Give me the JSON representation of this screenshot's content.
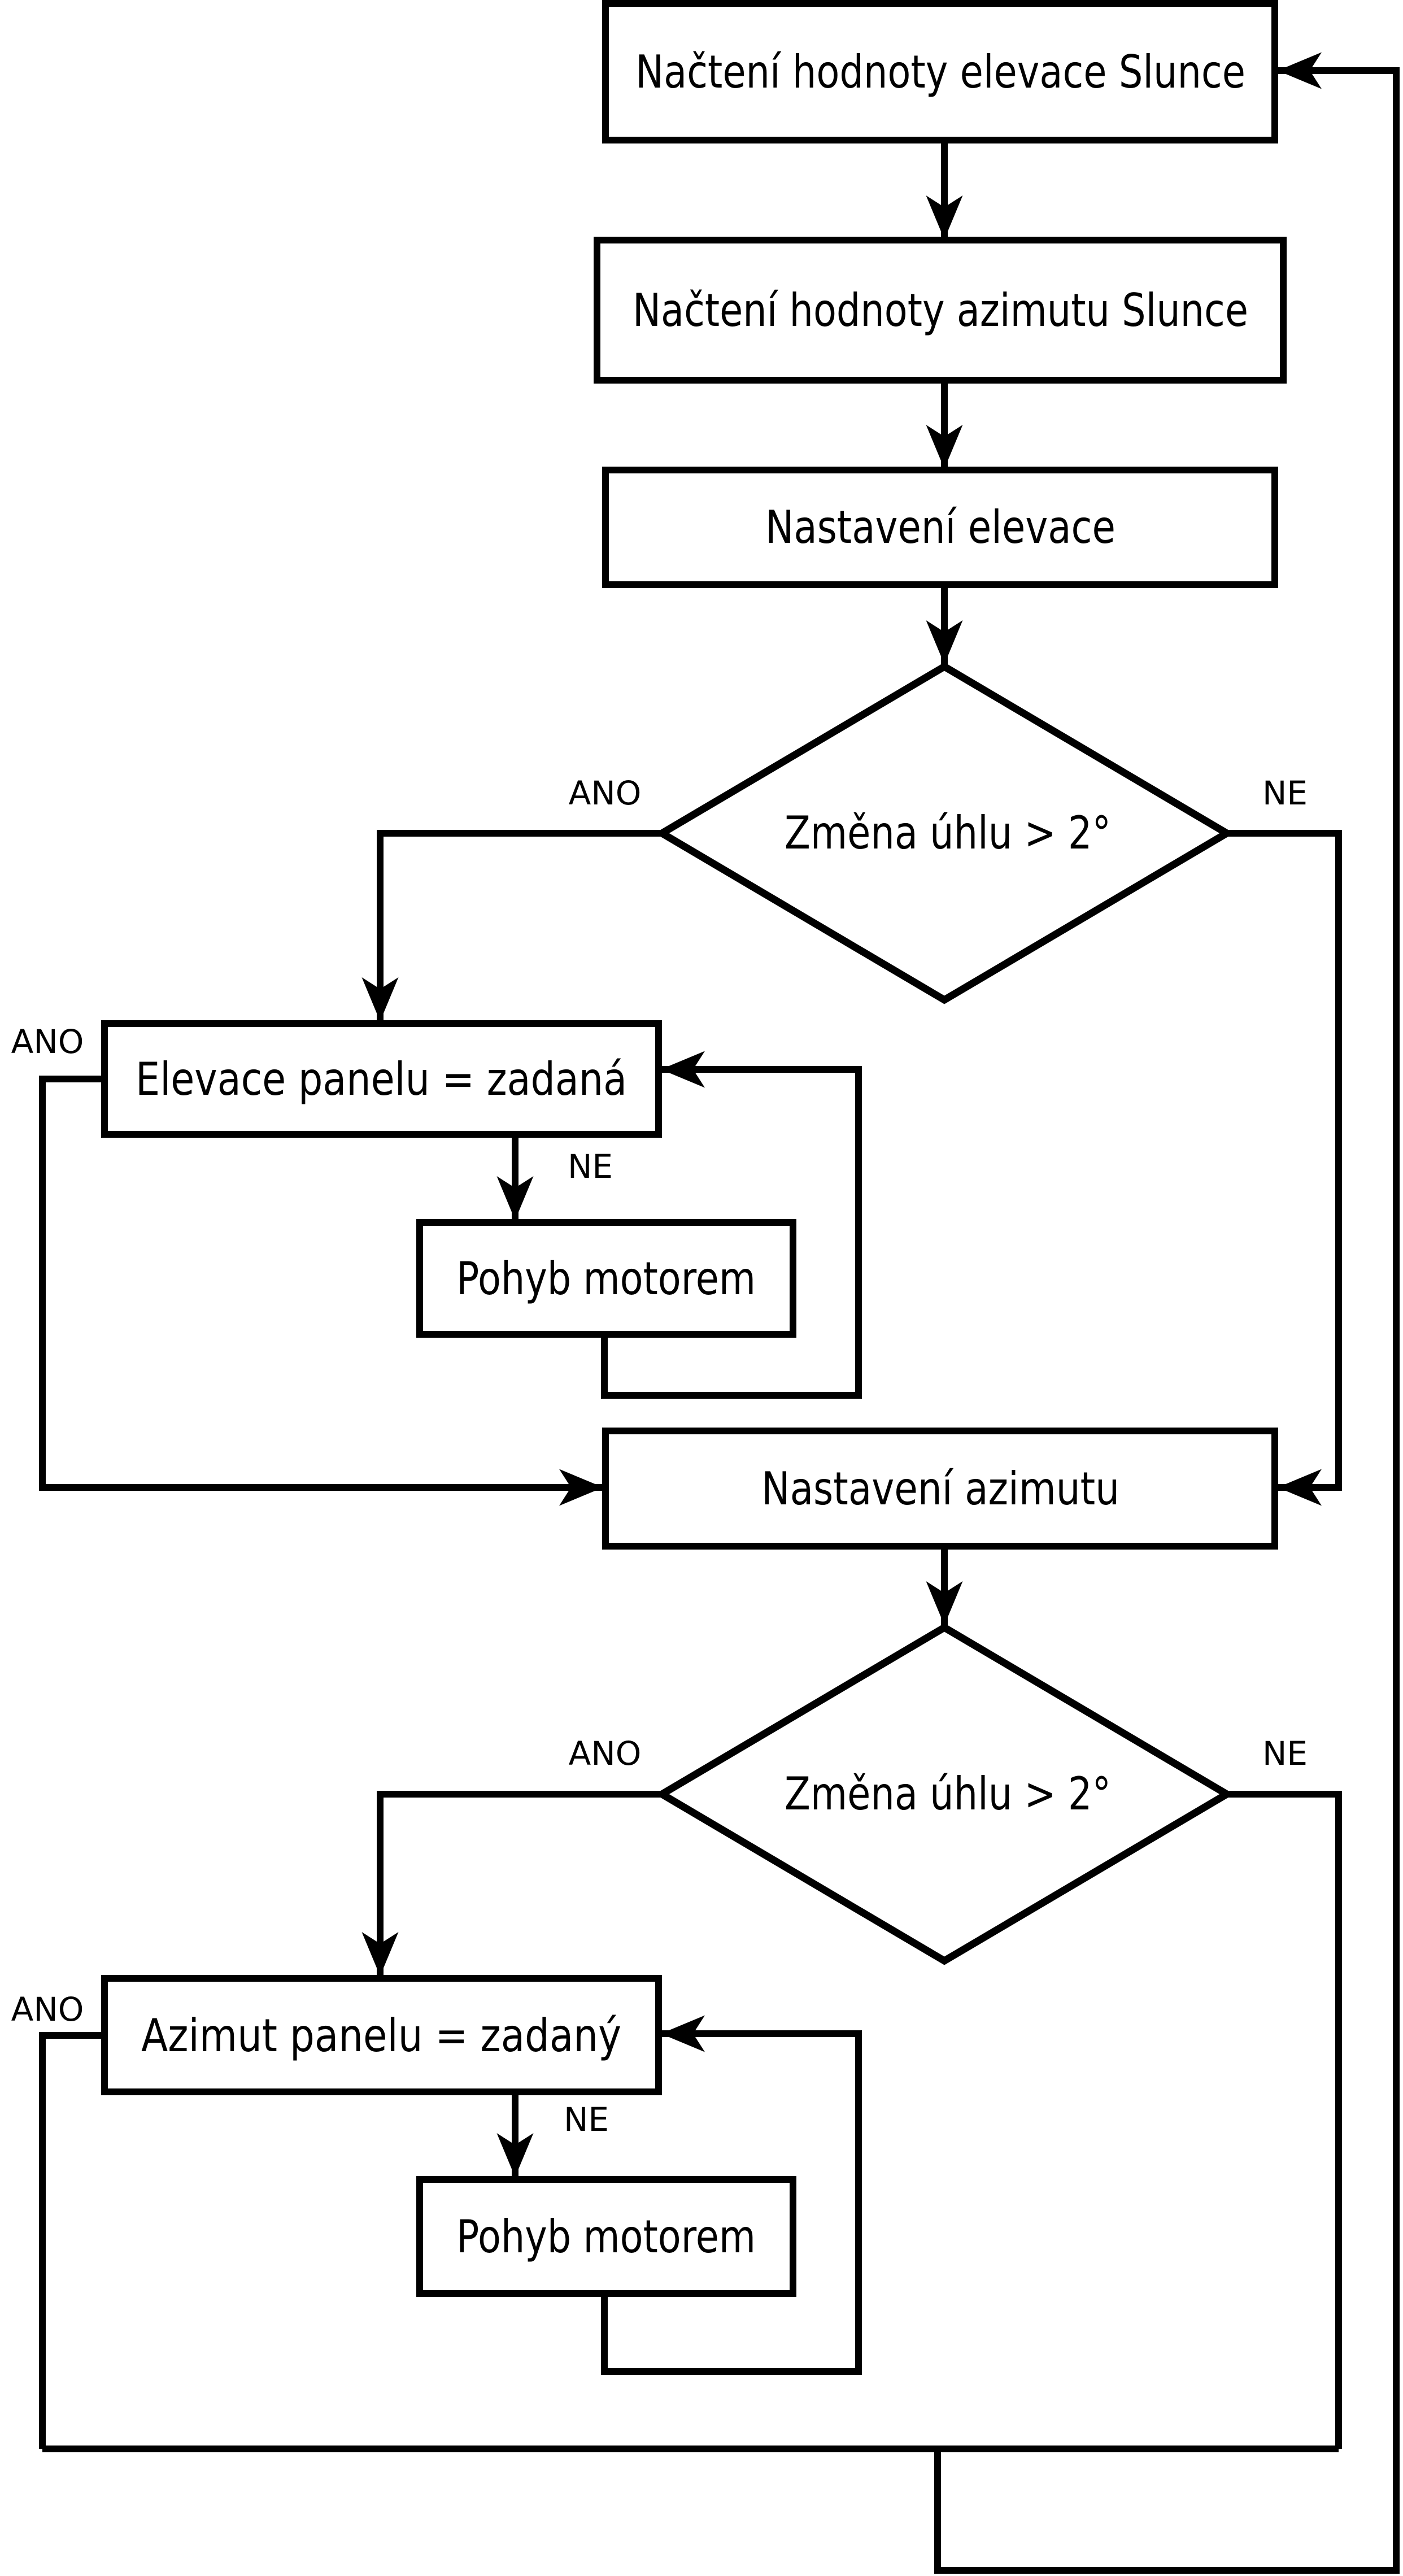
{
  "diagram": {
    "type": "flowchart",
    "language": "cs",
    "colors": {
      "background": "#ffffff",
      "line": "#000000",
      "text": "#000000"
    },
    "nodes": {
      "load_elevation": "Načtení hodnoty elevace Slunce",
      "load_azimuth": "Načtení hodnoty azimutu Slunce",
      "set_elevation": "Nastavení elevace",
      "decision_elevation": "Změna úhlu > 2°",
      "panel_elevation_equals": "Elevace panelu = zadaná",
      "motor_move_elevation": "Pohyb motorem",
      "set_azimuth": "Nastavení azimutu",
      "decision_azimuth": "Změna úhlu > 2°",
      "panel_azimuth_equals": "Azimut panelu = zadaný",
      "motor_move_azimuth": "Pohyb motorem"
    },
    "labels": {
      "decision_elevation_yes": "ANO",
      "decision_elevation_no": "NE",
      "elevation_loop_yes": "ANO",
      "elevation_loop_no": "NE",
      "decision_azimuth_yes": "ANO",
      "decision_azimuth_no": "NE",
      "azimuth_loop_yes": "ANO",
      "azimuth_loop_no": "NE"
    }
  }
}
